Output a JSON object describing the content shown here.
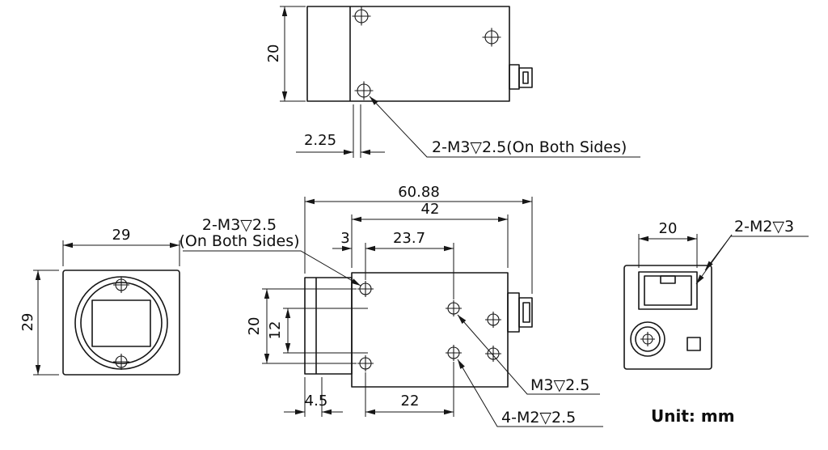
{
  "views": {
    "top": {
      "dim_height": "20",
      "dim_hole_offset": "2.25",
      "callout_side_holes": "2-M3▽2.5(On Both Sides)"
    },
    "front": {
      "dim_width": "29",
      "dim_height": "29"
    },
    "side": {
      "dim_overall_length": "60.88",
      "dim_body_length": "42",
      "dim_front_offset": "3",
      "dim_hole_span": "23.7",
      "dim_hole_pitch_20": "20",
      "dim_hole_pitch_12": "12",
      "dim_lens_step": "4.5",
      "dim_hole_pitch_22": "22",
      "callout_side_holes_line1": "2-M3▽2.5",
      "callout_side_holes_line2": "(On Both Sides)",
      "callout_tripod_hole": "M3▽2.5",
      "callout_bottom_holes": "4-M2▽2.5"
    },
    "back": {
      "dim_connector_width": "20",
      "callout_rear_holes": "2-M2▽3"
    },
    "note_unit": "Unit: mm"
  }
}
